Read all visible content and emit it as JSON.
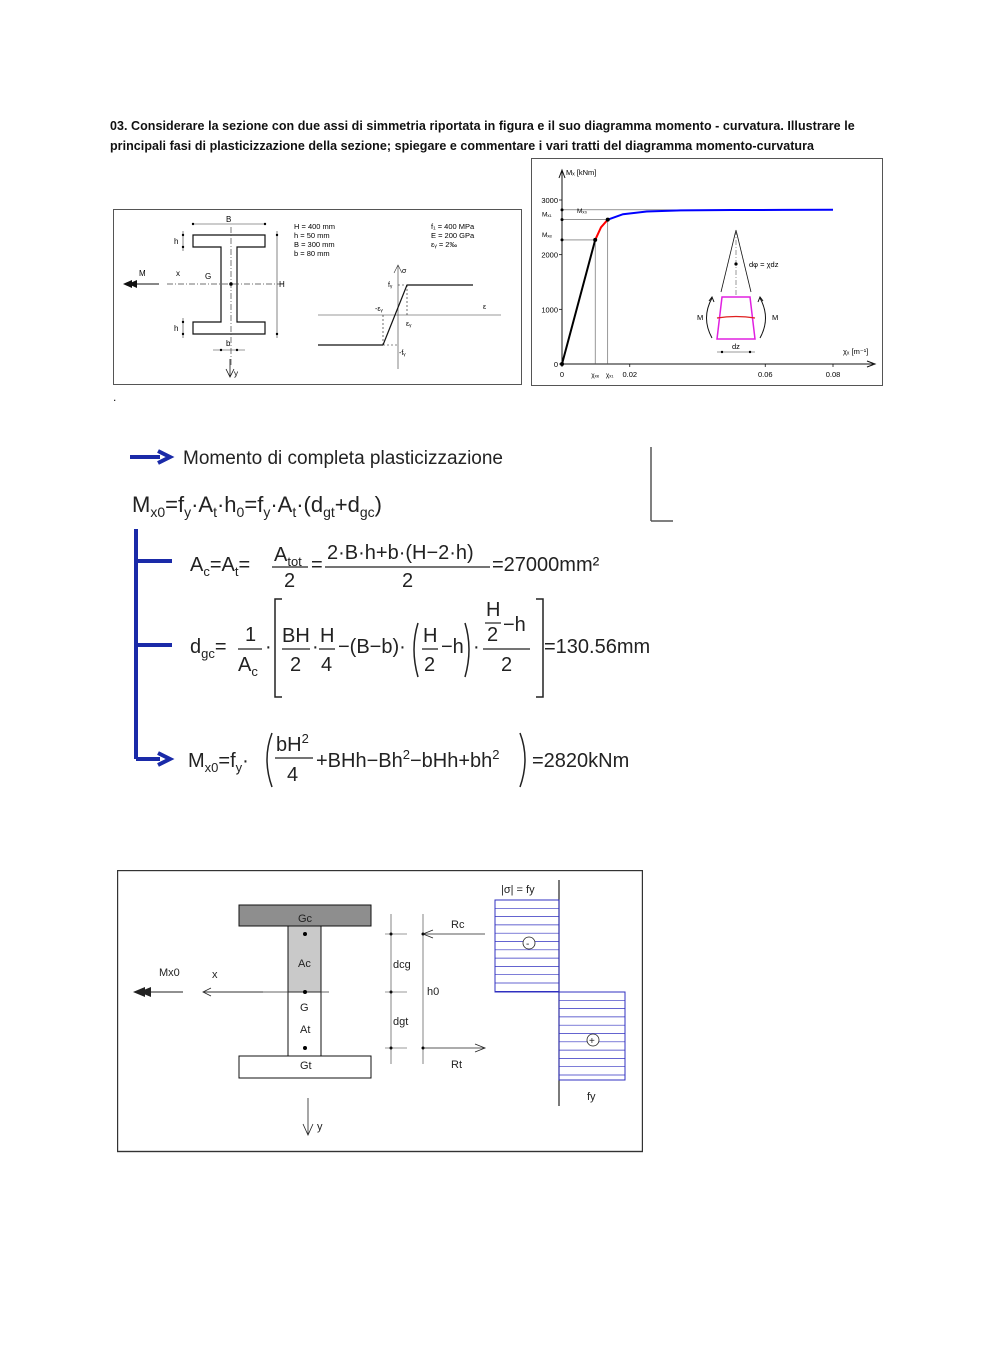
{
  "heading": "03. Considerare la sezione con due assi di simmetria riportata in figura e il suo diagramma momento - curvatura. Illustrare le principali fasi di plasticizzazione della sezione; spiegare e commentare i vari tratti del diagramma momento-curvatura",
  "dot": ".",
  "section_figure": {
    "dims": [
      "H = 400 mm",
      "h = 50 mm",
      "B = 300 mm",
      "b = 80 mm"
    ],
    "material": [
      "f₁ = 400 MPa",
      "E = 200 GPa",
      "εᵧ = 2‰"
    ],
    "labels": {
      "M": "M",
      "x": "x",
      "G": "G",
      "y": "y",
      "B": "B",
      "b": "b",
      "h": "h",
      "H": "H"
    },
    "ss": {
      "sigma": "σ",
      "eps": "ε",
      "fy": "fᵧ",
      "mfy": "-fᵧ",
      "ey": "εᵧ",
      "mey": "-εᵧ"
    }
  },
  "chart_data": {
    "type": "line",
    "ylabel": "Mₓ [kNm]",
    "xlabel": "χₓ [m⁻¹]",
    "xlim": [
      0,
      0.08
    ],
    "ylim": [
      0,
      3000
    ],
    "yticks": [
      0,
      1000,
      2000,
      3000
    ],
    "xticks": [
      {
        "v": 0,
        "l": "0"
      },
      {
        "v": 0.02,
        "l": "0.02"
      },
      {
        "v": 0.06,
        "l": "0.06"
      },
      {
        "v": 0.08,
        "l": "0.08"
      }
    ],
    "series": [
      {
        "color": "#000000",
        "points": [
          [
            0,
            0
          ],
          [
            0.0098,
            2270
          ]
        ]
      },
      {
        "color": "#ff0000",
        "points": [
          [
            0.0098,
            2270
          ],
          [
            0.0115,
            2500
          ],
          [
            0.0135,
            2640
          ]
        ]
      },
      {
        "color": "#0000ff",
        "points": [
          [
            0.0135,
            2640
          ],
          [
            0.018,
            2740
          ],
          [
            0.025,
            2790
          ],
          [
            0.035,
            2810
          ],
          [
            0.05,
            2817
          ],
          [
            0.065,
            2819
          ],
          [
            0.08,
            2820
          ]
        ]
      }
    ],
    "levels": {
      "Mx0": "Mₓ₀",
      "Mx1": "Mₓ₁",
      "Mxe": "Mₓₑ",
      "chixe": "χₓₑ",
      "chix1": "χₓ₁"
    },
    "level_values": {
      "Mx0": 2820,
      "Mx1": 2640,
      "Mxe": 2270,
      "chixe": 0.0098,
      "chix1": 0.0135
    },
    "inset": {
      "dphi": "dφ = χdz",
      "dz": "dz",
      "M": "M"
    }
  },
  "slide": {
    "title": "Momento di completa plasticizzazione",
    "eq_area_result": "=27000mm²",
    "eq_dgc_result": "=130.56mm",
    "eq_mx0_result": "=2820kNm"
  },
  "bottom_figure": {
    "Gc": "Gc",
    "Ac": "Ac",
    "G": "G",
    "At": "At",
    "Gt": "Gt",
    "Mx0": "Mx0",
    "x": "x",
    "y": "y",
    "dcg": "dcg",
    "dgt": "dgt",
    "h0": "h0",
    "Rc": "Rc",
    "Rt": "Rt",
    "sigma_top": "|σ| = fy",
    "fy_bottom": "fy",
    "minus": "-",
    "plus": "+"
  }
}
